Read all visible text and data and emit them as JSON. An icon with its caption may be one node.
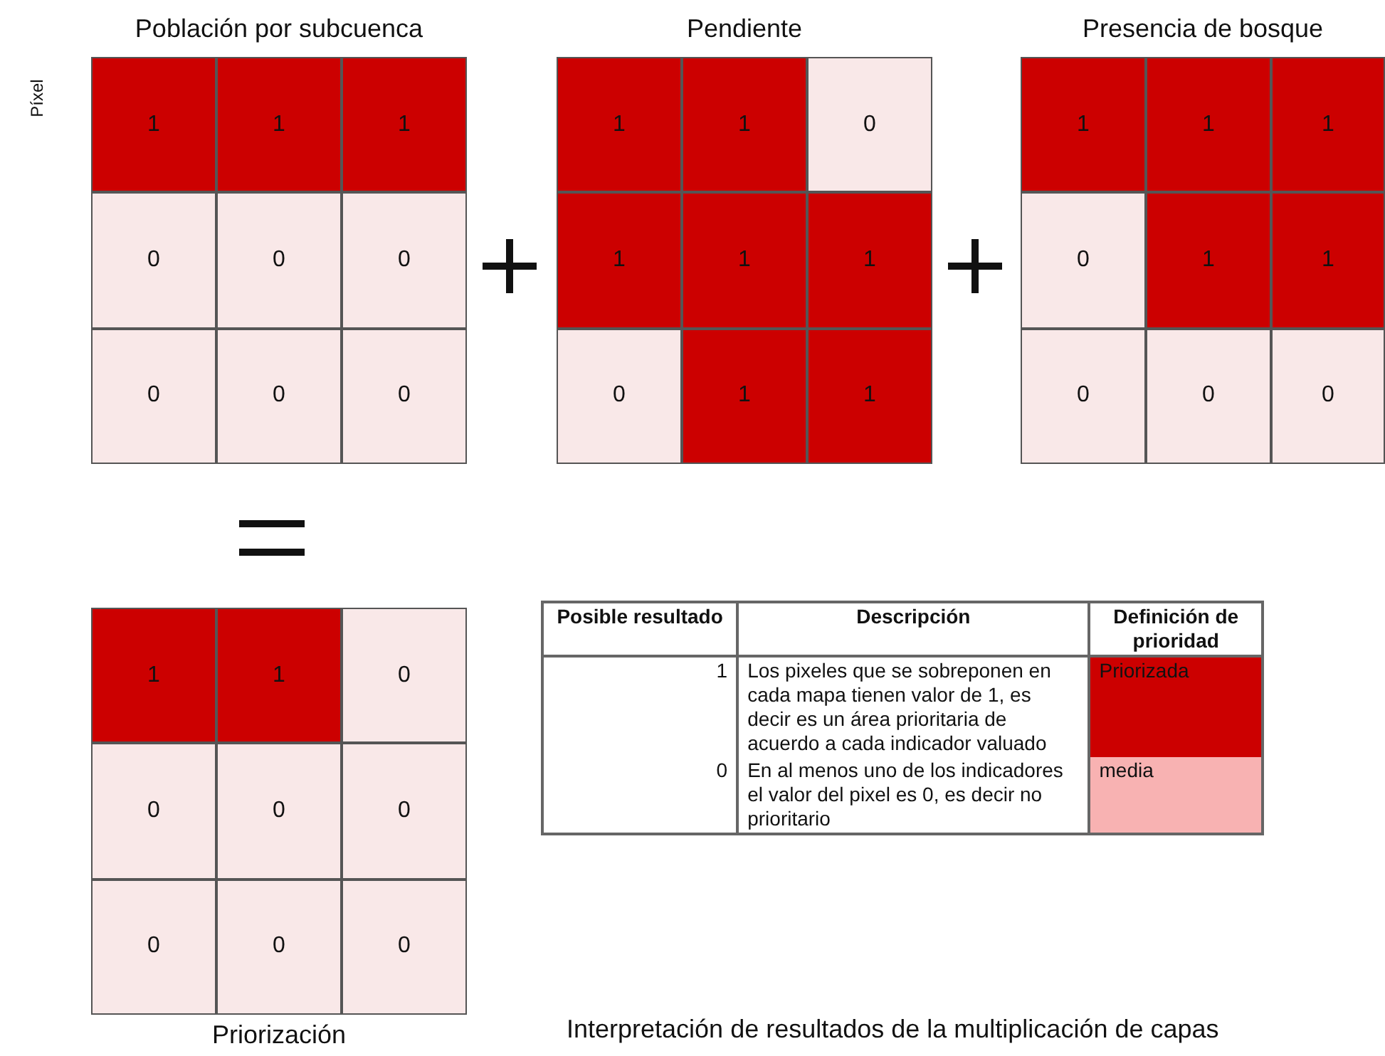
{
  "diagram": {
    "labels": [
      "Píxel",
      "Población por subcuenca",
      "1",
      "1",
      "1",
      "0",
      "0",
      "0",
      "0",
      "0",
      "0",
      "Pendiente",
      "1",
      "1",
      "0",
      "1",
      "1",
      "1",
      "0",
      "1",
      "1",
      "Presencia de bosque",
      "1",
      "1",
      "1",
      "0",
      "1",
      "1",
      "0",
      "0",
      "0",
      "1",
      "1",
      "0",
      "0",
      "0",
      "0",
      "0",
      "0",
      "0",
      "Priorización",
      "Posible resultado",
      "Descripción",
      "Definición de prioridad",
      "1",
      "Los pixeles que se sobreponen en cada mapa tienen valor de 1, es decir es un área prioritaria de acuerdo a cada indicador valuado",
      "Priorizada",
      "0",
      "En al menos uno de los indicadores el valor del pixel es 0, es decir no prioritario",
      "media",
      "Interpretación de resultados de la multiplicación de capas"
    ]
  }
}
